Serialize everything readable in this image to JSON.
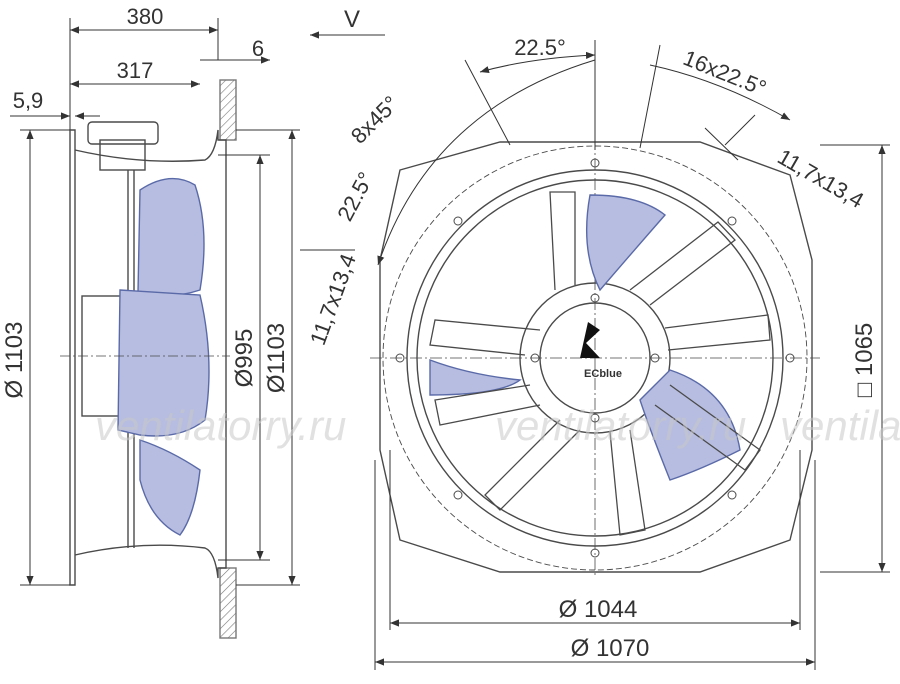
{
  "side_view": {
    "dim_380": "380",
    "dim_317": "317",
    "dim_6": "6",
    "dim_59": "5,9",
    "dia_1103_left": "Ø 1103",
    "dia_995": "Ø995",
    "dia_1103_right": "Ø1103"
  },
  "view_label": "V",
  "front_view": {
    "angle_22_5_top": "22.5°",
    "angle_16x22_5": "16x22.5°",
    "slot_right": "11,7x13,4",
    "angle_8x45": "8x45°",
    "angle_22_5_left": "22.5°",
    "slot_left": "11,7x13,4",
    "square_1065": "□ 1065",
    "dia_1044": "Ø 1044",
    "dia_1070": "Ø 1070",
    "brand": "ECblue"
  },
  "watermark": [
    "ventilatorry.ru",
    "ventilatorry.ru",
    "ventilatorry.ru"
  ],
  "colors": {
    "line": "#4a4a4a",
    "blade": "#b7bde0",
    "blade_edge": "#5a6aa8",
    "wall_hatch": "#777777"
  }
}
